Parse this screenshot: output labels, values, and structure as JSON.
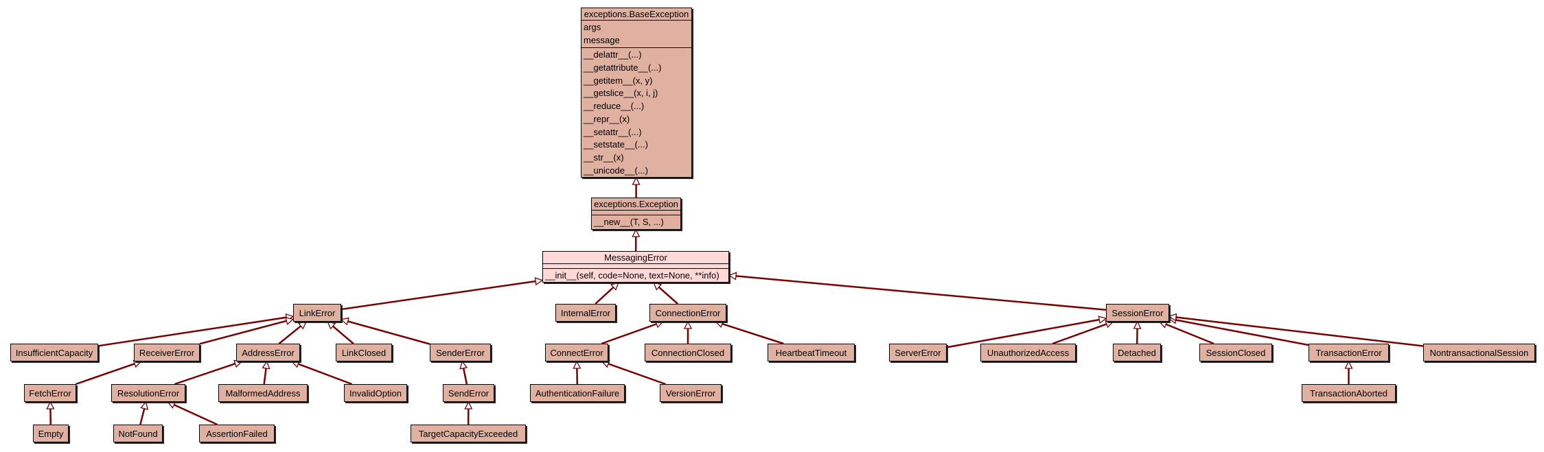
{
  "diagram": {
    "colors": {
      "node_fill": "#e0b0a0",
      "focus_fill": "#ffd8d8",
      "edge": "#7a0000",
      "border": "#000000"
    },
    "classes": {
      "BaseException": {
        "title": "exceptions.BaseException",
        "attributes": [
          "args",
          "message"
        ],
        "methods": [
          "__delattr__(...)",
          "__getattribute__(...)",
          "__getitem__(x, y)",
          "__getslice__(x, i, j)",
          "__reduce__(...)",
          "__repr__(x)",
          "__setattr__(...)",
          "__setstate__(...)",
          "__str__(x)",
          "__unicode__(...)"
        ]
      },
      "Exception": {
        "title": "exceptions.Exception",
        "methods": [
          "__new__(T, S, ...)"
        ]
      },
      "MessagingError": {
        "title": "MessagingError",
        "methods": [
          "__init__(self, code=None, text=None, **info)"
        ]
      },
      "LinkError": "LinkError",
      "InternalError": "InternalError",
      "ConnectionError": "ConnectionError",
      "SessionError": "SessionError",
      "InsufficientCapacity": "InsufficientCapacity",
      "ReceiverError": "ReceiverError",
      "AddressError": "AddressError",
      "LinkClosed": "LinkClosed",
      "SenderError": "SenderError",
      "ConnectError": "ConnectError",
      "ConnectionClosed": "ConnectionClosed",
      "HeartbeatTimeout": "HeartbeatTimeout",
      "ServerError": "ServerError",
      "UnauthorizedAccess": "UnauthorizedAccess",
      "Detached": "Detached",
      "SessionClosed": "SessionClosed",
      "TransactionError": "TransactionError",
      "NontransactionalSession": "NontransactionalSession",
      "FetchError": "FetchError",
      "ResolutionError": "ResolutionError",
      "MalformedAddress": "MalformedAddress",
      "InvalidOption": "InvalidOption",
      "SendError": "SendError",
      "AuthenticationFailure": "AuthenticationFailure",
      "VersionError": "VersionError",
      "TransactionAborted": "TransactionAborted",
      "Empty": "Empty",
      "NotFound": "NotFound",
      "AssertionFailed": "AssertionFailed",
      "TargetCapacityExceeded": "TargetCapacityExceeded"
    },
    "inheritance": [
      [
        "Exception",
        "BaseException"
      ],
      [
        "MessagingError",
        "Exception"
      ],
      [
        "LinkError",
        "MessagingError"
      ],
      [
        "InternalError",
        "MessagingError"
      ],
      [
        "ConnectionError",
        "MessagingError"
      ],
      [
        "SessionError",
        "MessagingError"
      ],
      [
        "InsufficientCapacity",
        "LinkError"
      ],
      [
        "ReceiverError",
        "LinkError"
      ],
      [
        "AddressError",
        "LinkError"
      ],
      [
        "LinkClosed",
        "LinkError"
      ],
      [
        "SenderError",
        "LinkError"
      ],
      [
        "ConnectError",
        "ConnectionError"
      ],
      [
        "ConnectionClosed",
        "ConnectionError"
      ],
      [
        "HeartbeatTimeout",
        "ConnectionError"
      ],
      [
        "ServerError",
        "SessionError"
      ],
      [
        "UnauthorizedAccess",
        "SessionError"
      ],
      [
        "Detached",
        "SessionError"
      ],
      [
        "SessionClosed",
        "SessionError"
      ],
      [
        "TransactionError",
        "SessionError"
      ],
      [
        "NontransactionalSession",
        "SessionError"
      ],
      [
        "FetchError",
        "ReceiverError"
      ],
      [
        "ResolutionError",
        "AddressError"
      ],
      [
        "MalformedAddress",
        "AddressError"
      ],
      [
        "InvalidOption",
        "AddressError"
      ],
      [
        "SendError",
        "SenderError"
      ],
      [
        "AuthenticationFailure",
        "ConnectError"
      ],
      [
        "VersionError",
        "ConnectError"
      ],
      [
        "TransactionAborted",
        "TransactionError"
      ],
      [
        "Empty",
        "FetchError"
      ],
      [
        "NotFound",
        "ResolutionError"
      ],
      [
        "AssertionFailed",
        "ResolutionError"
      ],
      [
        "TargetCapacityExceeded",
        "SendError"
      ]
    ]
  }
}
